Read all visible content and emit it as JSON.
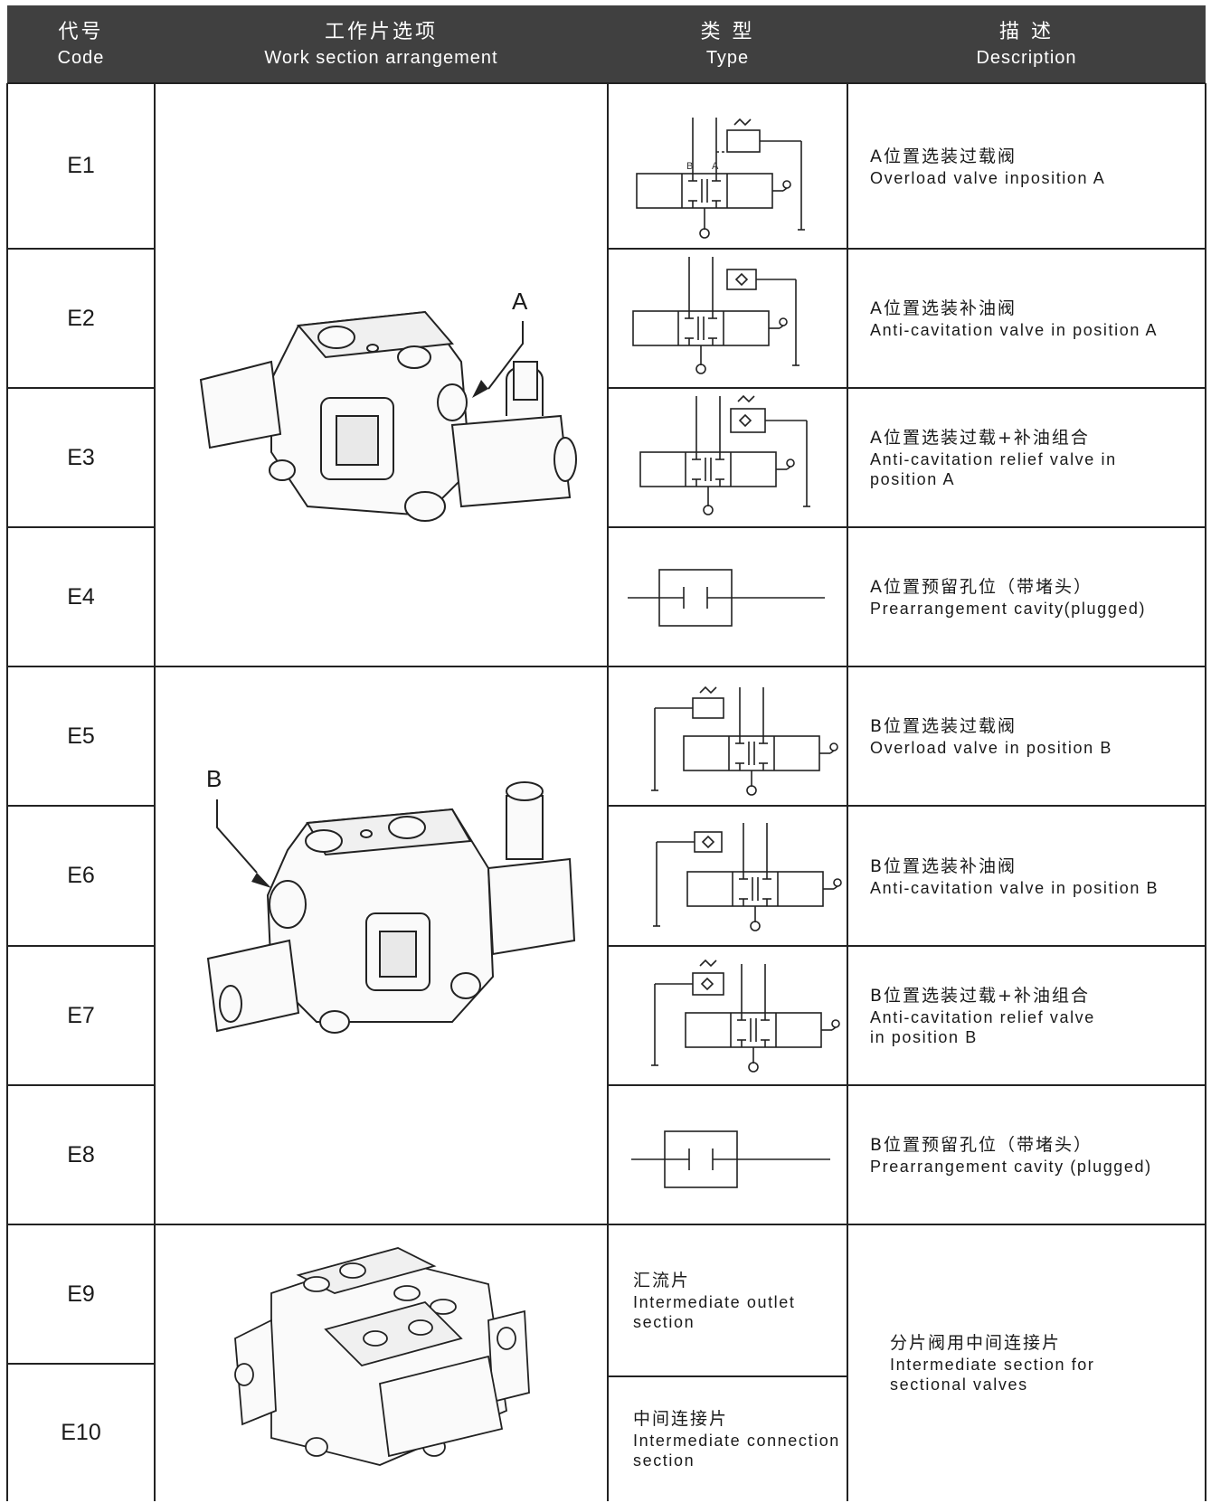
{
  "header": {
    "code_zh": "代号",
    "code_en": "Code",
    "work_zh": "工作片选项",
    "work_en": "Work section arrangement",
    "type_zh": "类 型",
    "type_en": "Type",
    "desc_zh": "描 述",
    "desc_en": "Description"
  },
  "rows": [
    {
      "code": "E1",
      "desc_zh": "A位置选装过载阀",
      "desc_en": "Overload valve inposition A"
    },
    {
      "code": "E2",
      "desc_zh": "A位置选装补油阀",
      "desc_en": "Anti-cavitation valve in position A"
    },
    {
      "code": "E3",
      "desc_zh": "A位置选装过载+补油组合",
      "desc_en": "Anti-cavitation relief valve in\nposition A"
    },
    {
      "code": "E4",
      "desc_zh": "A位置预留孔位（带堵头）",
      "desc_en": "Prearrangement cavity(plugged)"
    },
    {
      "code": "E5",
      "desc_zh": "B位置选装过载阀",
      "desc_en": "Overload valve in position B"
    },
    {
      "code": "E6",
      "desc_zh": "B位置选装补油阀",
      "desc_en": "Anti-cavitation valve in  position B"
    },
    {
      "code": "E7",
      "desc_zh": "B位置选装过载+补油组合",
      "desc_en": "Anti-cavitation relief  valve\n in position B"
    },
    {
      "code": "E8",
      "desc_zh": "B位置预留孔位（带堵头）",
      "desc_en": "Prearrangement cavity  (plugged)"
    },
    {
      "code": "E9",
      "type_zh": "汇流片",
      "type_en": "Intermediate outlet\n section"
    },
    {
      "code": "E10",
      "type_zh": "中间连接片",
      "type_en": "Intermediate connection\nsection"
    }
  ],
  "shared_desc": {
    "zh": "分片阀用中间连接片",
    "en": "Intermediate section for\nsectional valves"
  },
  "callouts": {
    "a": "A",
    "b": "B"
  },
  "symbol_port_labels": {
    "b": "B",
    "a": "A"
  },
  "colors": {
    "header_bg": "#404040",
    "header_text": "#ffffff",
    "grid": "#222222",
    "ink": "#1a1a1a"
  }
}
